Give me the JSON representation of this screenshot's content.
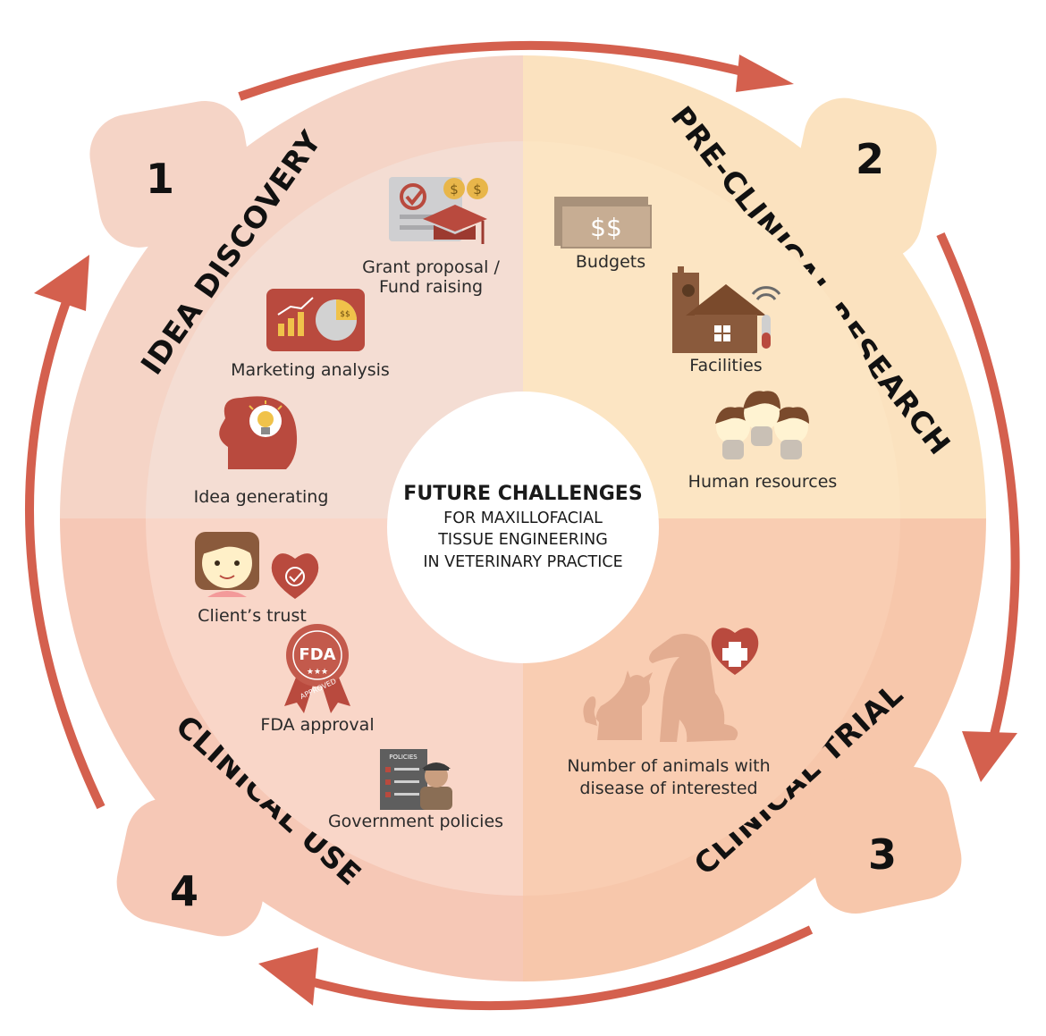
{
  "colors": {
    "q1": "#f4ddd3",
    "q2": "#fce5c3",
    "q3": "#f9cdb2",
    "q4": "#f9d6c8",
    "ring_q1": "#f5d4c6",
    "ring_q2": "#fbe2bf",
    "ring_q3": "#f7c7ab",
    "ring_q4": "#f6c8b6",
    "arrow": "#d4604e",
    "icon_red": "#b94a3e",
    "icon_brown": "#8a5a3c",
    "icon_tan": "#c99e7f",
    "icon_pet": "#e3ad91"
  },
  "center": {
    "title": "FUTURE CHALLENGES",
    "lines": [
      "FOR MAXILLOFACIAL",
      "TISSUE ENGINEERING",
      "IN VETERINARY PRACTICE"
    ]
  },
  "phases": [
    {
      "number": "1",
      "name": "IDEA DISCOVERY"
    },
    {
      "number": "2",
      "name": "PRE-CLINICAL RESEARCH"
    },
    {
      "number": "3",
      "name": "CLINICAL TRIAL"
    },
    {
      "number": "4",
      "name": "CLINICAL USE"
    }
  ],
  "items": {
    "grant": [
      "Grant proposal /",
      "Fund raising"
    ],
    "marketing": "Marketing analysis",
    "idea": "Idea generating",
    "budgets": "Budgets",
    "facilities": "Facilities",
    "human": "Human resources",
    "animals": [
      "Number of animals with",
      "disease of interested"
    ],
    "trust": "Client’s trust",
    "fda": "FDA approval",
    "policies": "Government policies"
  },
  "icon_text": {
    "coin": "$",
    "budget": "$$",
    "pie": "$$",
    "fda_badge": "FDA",
    "fda_ribbon": "APPROVED",
    "policies_doc": "POLICIES"
  },
  "icons": [
    "grant-proposal-icon",
    "marketing-chart-icon",
    "lightbulb-head-icon",
    "money-icon",
    "facility-house-icon",
    "people-icon",
    "cat-dog-icon",
    "medical-heart-icon",
    "client-face-icon",
    "heart-check-icon",
    "fda-badge-icon",
    "policy-document-icon"
  ]
}
